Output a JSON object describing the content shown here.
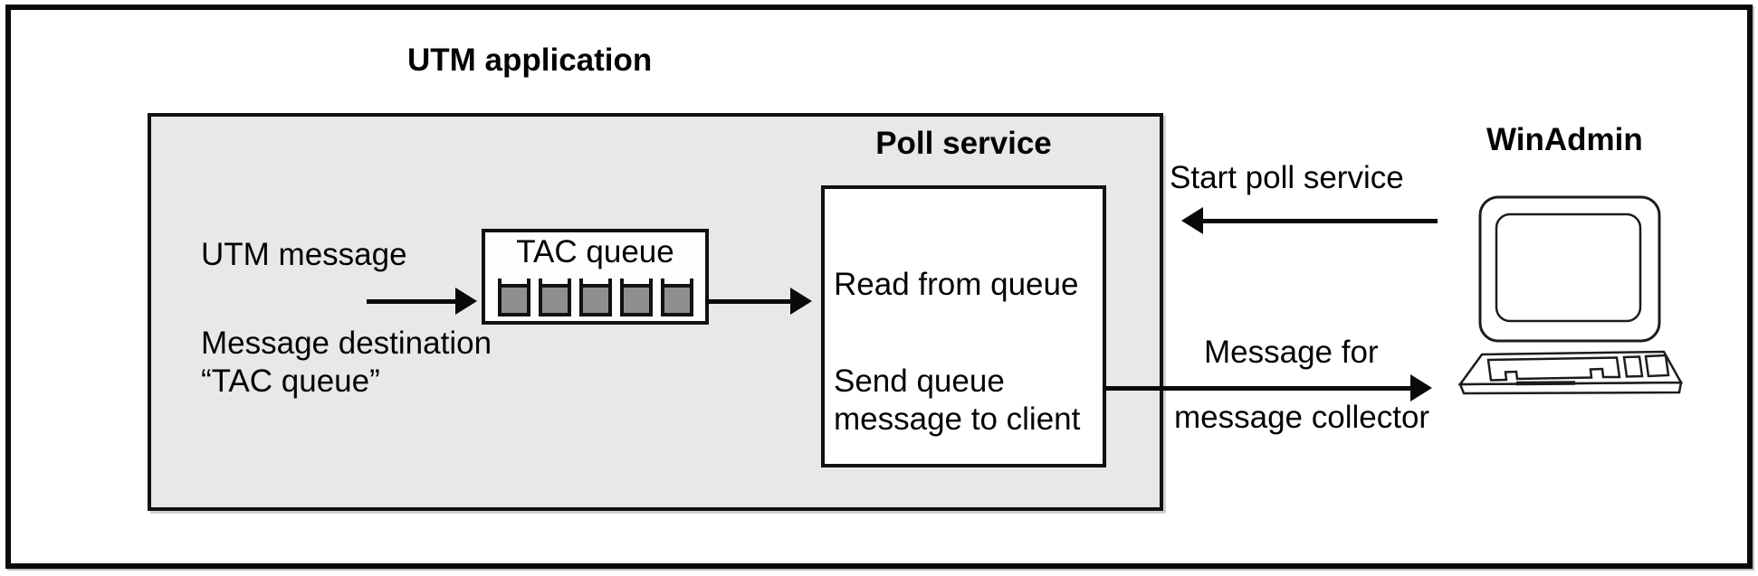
{
  "labels": {
    "utm_application": "UTM application",
    "poll_service": "Poll service",
    "tac_queue": "TAC queue",
    "utm_message": "UTM message",
    "message_destination": "Message destination\n“TAC queue”",
    "read_from_queue": "Read from queue",
    "send_queue_message": "Send queue\nmessage to client",
    "start_poll_service": "Start poll service",
    "message_for": "Message for",
    "message_collector": "message collector",
    "winadmin": "WinAdmin"
  },
  "queue": {
    "slot_count": 5
  },
  "colors": {
    "app_box_fill": "#e8e8e8",
    "queue_slot_fill": "#8f8f8f",
    "line": "#0a0a0a",
    "background": "#ffffff"
  }
}
